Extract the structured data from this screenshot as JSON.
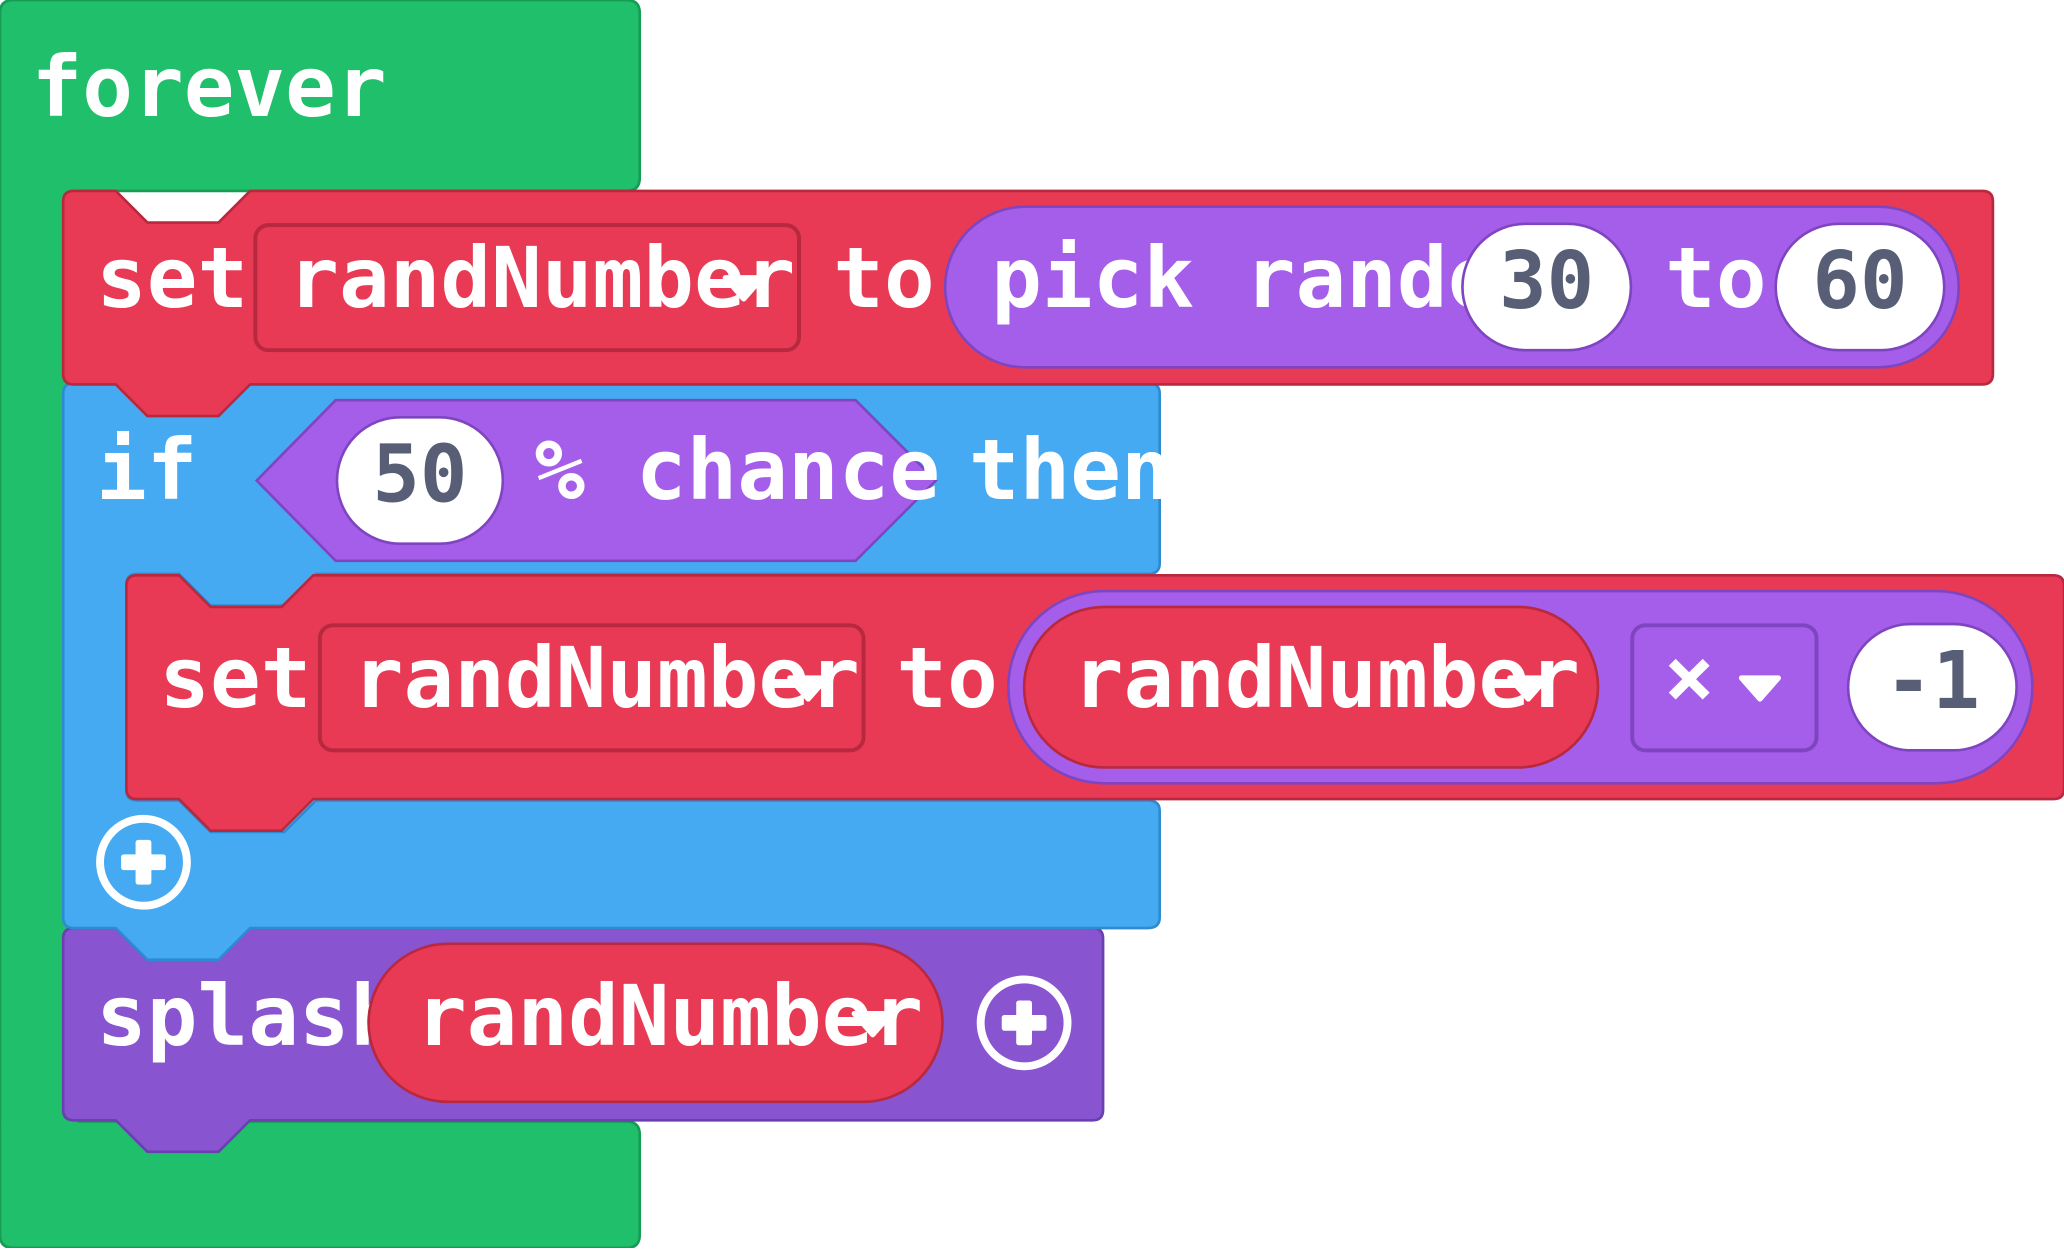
{
  "workspace": {
    "blocks": {
      "forever": {
        "label": "forever",
        "color": "#20bf6b"
      },
      "set_outer": {
        "keyword": "set",
        "variable": "randNumber",
        "to_label": "to",
        "color": "#e93a55",
        "value": {
          "block": "pick random",
          "color": "#a55eea",
          "min": "30",
          "between_label": "to",
          "max": "60"
        }
      },
      "if_block": {
        "keyword": "if",
        "then_label": "then",
        "color": "#45aaf2",
        "condition": {
          "percent": "50",
          "label": "% chance",
          "color": "#a55eea"
        },
        "add_icon": "plus-circle-icon"
      },
      "set_inner": {
        "keyword": "set",
        "variable": "randNumber",
        "to_label": "to",
        "color": "#e93a55",
        "value": {
          "left_variable": "randNumber",
          "operator": "×",
          "right_value": "-1",
          "color": "#a55eea"
        }
      },
      "splash": {
        "keyword": "splash",
        "variable": "randNumber",
        "color": "#8854d0",
        "add_icon": "plus-circle-icon"
      }
    },
    "icons": {
      "dropdown": "dropdown-triangle-icon",
      "add": "plus-circle-icon"
    }
  }
}
